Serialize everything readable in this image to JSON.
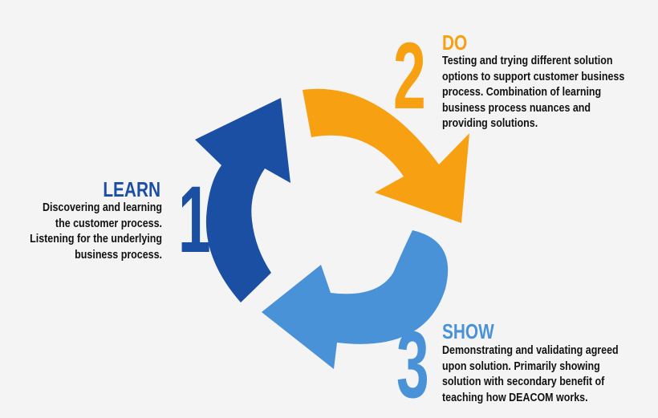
{
  "colors": {
    "learn": "#1b4fa3",
    "do": "#f7a012",
    "show": "#4a92d8"
  },
  "steps": [
    {
      "number": "1",
      "title": "LEARN",
      "description": "Discovering and learning\nthe customer process.\nListening for the underlying\nbusiness process."
    },
    {
      "number": "2",
      "title": "DO",
      "description": "Testing and trying different solution\noptions to support customer business\nprocess. Combination of learning\nbusiness process nuances and\nproviding solutions."
    },
    {
      "number": "3",
      "title": "SHOW",
      "description": "Demonstrating and validating agreed\nupon solution. Primarily showing\nsolution with secondary benefit of\nteaching how DEACOM works."
    }
  ]
}
